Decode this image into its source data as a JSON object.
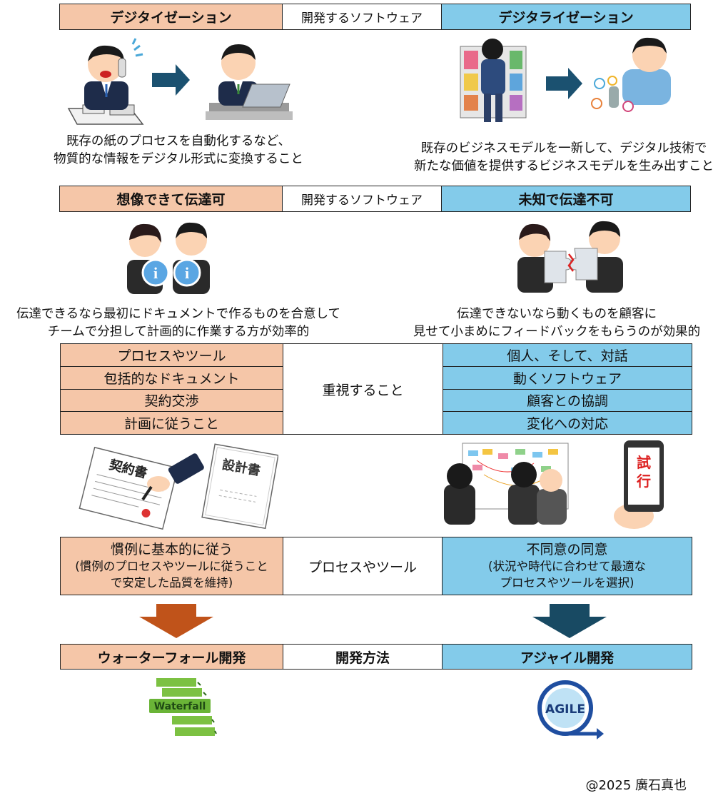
{
  "section1": {
    "left": "デジタイゼーション",
    "center": "開発するソフトウェア",
    "right": "デジタライゼーション",
    "left_caption": [
      "既存の紙のプロセスを自動化するなど、",
      "物質的な情報をデジタル形式に変換すること"
    ],
    "right_caption": [
      "既存のビジネスモデルを一新して、デジタル技術で",
      "新たな価値を提供するビジネスモデルを生み出すこと"
    ]
  },
  "section2": {
    "left": "想像できて伝達可",
    "center": "開発するソフトウェア",
    "right": "未知で伝達不可",
    "left_caption": [
      "伝達できるなら最初にドキュメントで作るものを合意して",
      "チームで分担して計画的に作業する方が効率的"
    ],
    "right_caption": [
      "伝達できないなら動くものを顧客に",
      "見せて小まめにフィードバックをもらうのが効果的"
    ]
  },
  "values": {
    "center": "重視すること",
    "left": [
      "プロセスやツール",
      "包括的なドキュメント",
      "契約交渉",
      "計画に従うこと"
    ],
    "right": [
      "個人、そして、対話",
      "動くソフトウェア",
      "顧客との協調",
      "変化への対応"
    ]
  },
  "illustrations": {
    "contract_text": "契約書",
    "design_doc_text": "設計書",
    "phone_text_1": "試",
    "phone_text_2": "行"
  },
  "process": {
    "left": [
      "慣例に基本的に従う",
      "(慣例のプロセスやツールに従うこと",
      "で安定した品質を維持)"
    ],
    "center": "プロセスやツール",
    "right": [
      "不同意の同意",
      "(状況や時代に合わせて最適な",
      "プロセスやツールを選択)"
    ]
  },
  "method": {
    "left": "ウォーターフォール開発",
    "center": "開発方法",
    "right": "アジャイル開発",
    "waterfall_label": "Waterfall",
    "agile_label": "AGILE"
  },
  "footer": "@2025 廣石真也",
  "colors": {
    "pink": "#f5c6a8",
    "blue": "#83cbea",
    "arrow_orange": "#c0531a",
    "arrow_navy": "#184a63",
    "small_arrow": "#1b5170"
  }
}
